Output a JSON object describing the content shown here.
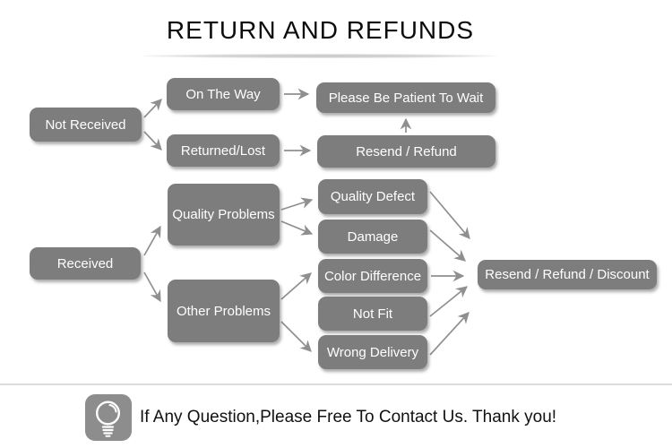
{
  "title": "RETURN AND REFUNDS",
  "diagram": {
    "nodes": {
      "not_received": "Not Received",
      "on_the_way": "On The Way",
      "returned_lost": "Returned/Lost",
      "please_wait": "Please Be Patient To Wait",
      "resend_refund": "Resend / Refund",
      "received": "Received",
      "quality_problems": "Quality Problems",
      "other_problems": "Other Problems",
      "quality_defect": "Quality Defect",
      "damage": "Damage",
      "color_difference": "Color Difference",
      "not_fit": "Not Fit",
      "wrong_delivery": "Wrong Delivery",
      "resend_refund_discount": "Resend / Refund / Discount"
    },
    "edges": [
      {
        "from": "not_received",
        "to": "on_the_way"
      },
      {
        "from": "not_received",
        "to": "returned_lost"
      },
      {
        "from": "on_the_way",
        "to": "please_wait"
      },
      {
        "from": "returned_lost",
        "to": "resend_refund"
      },
      {
        "from": "resend_refund",
        "to": "please_wait"
      },
      {
        "from": "received",
        "to": "quality_problems"
      },
      {
        "from": "received",
        "to": "other_problems"
      },
      {
        "from": "quality_problems",
        "to": "quality_defect"
      },
      {
        "from": "quality_problems",
        "to": "damage"
      },
      {
        "from": "other_problems",
        "to": "color_difference"
      },
      {
        "from": "other_problems",
        "to": "wrong_delivery"
      },
      {
        "from": "quality_defect",
        "to": "resend_refund_discount"
      },
      {
        "from": "damage",
        "to": "resend_refund_discount"
      },
      {
        "from": "color_difference",
        "to": "resend_refund_discount"
      },
      {
        "from": "not_fit",
        "to": "resend_refund_discount"
      },
      {
        "from": "wrong_delivery",
        "to": "resend_refund_discount"
      }
    ]
  },
  "footer": {
    "icon": "lightbulb-icon",
    "message": "If Any Question,Please Free To Contact Us. Thank you!"
  },
  "colors": {
    "node_fill": "#7d7d7d",
    "node_text": "#ffffff",
    "arrow": "#8f8f8f",
    "title_text": "#0c0c0c",
    "divider": "#d7d7d7",
    "footer_rule": "#dcdcdc",
    "icon_background": "#8d8d8d",
    "background": "#ffffff"
  }
}
